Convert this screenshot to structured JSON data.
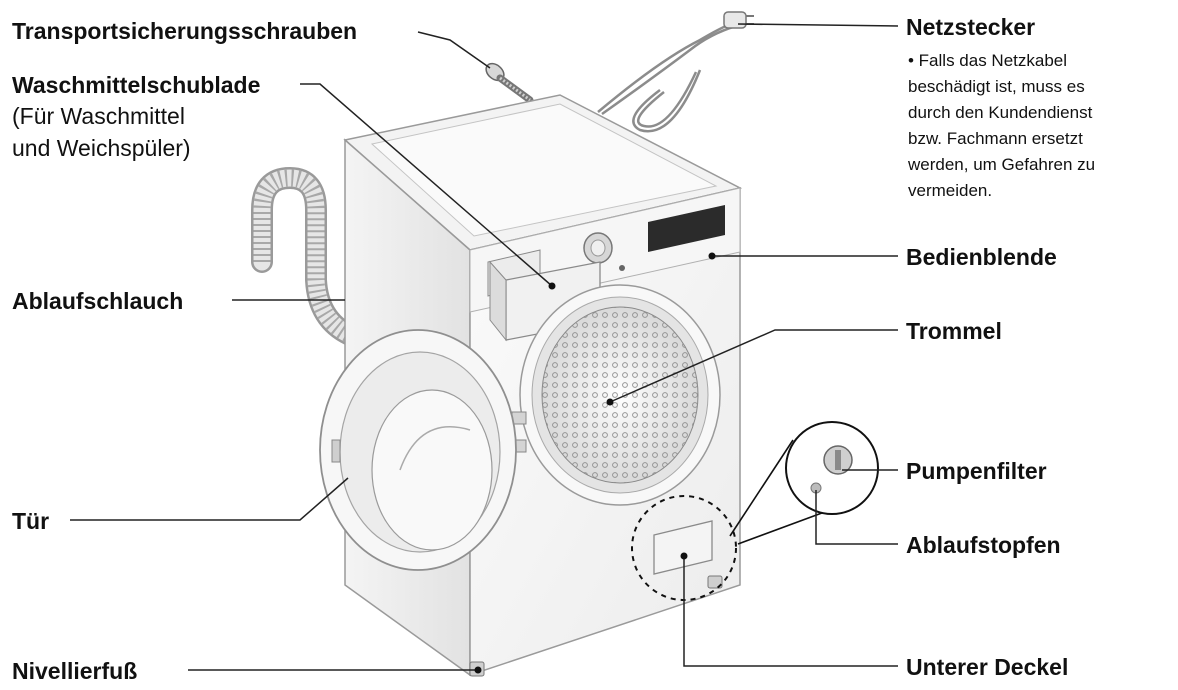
{
  "labels": {
    "transport": "Transportsicherungsschrauben",
    "drawer": "Waschmittelschublade",
    "drawer_sub1": "(Für Waschmittel",
    "drawer_sub2": "und Weichspüler)",
    "hose": "Ablaufschlauch",
    "door": "Tür",
    "foot": "Nivellierfuß",
    "plug": "Netzstecker",
    "panel": "Bedienblende",
    "drum": "Trommel",
    "pump": "Pumpenfilter",
    "stopper": "Ablaufstopfen",
    "cover": "Unterer Deckel"
  },
  "plug_note": {
    "lines": [
      "• Falls das Netzkabel",
      "beschädigt ist, muss es",
      "durch den Kundendienst",
      "bzw. Fachmann ersetzt",
      "werden, um Gefahren zu",
      "vermeiden."
    ]
  }
}
